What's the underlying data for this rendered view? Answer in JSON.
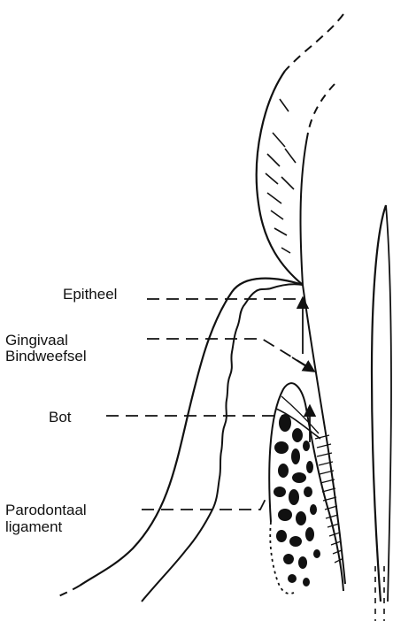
{
  "labels": {
    "epitheel": "Epitheel",
    "gingivaal_line1": "Gingivaal",
    "gingivaal_line2": "Bindweefsel",
    "bot": "Bot",
    "parodontaal_line1": "Parodontaal",
    "parodontaal_line2": "ligament"
  },
  "colors": {
    "ink": "#111111",
    "background": "#ffffff"
  }
}
